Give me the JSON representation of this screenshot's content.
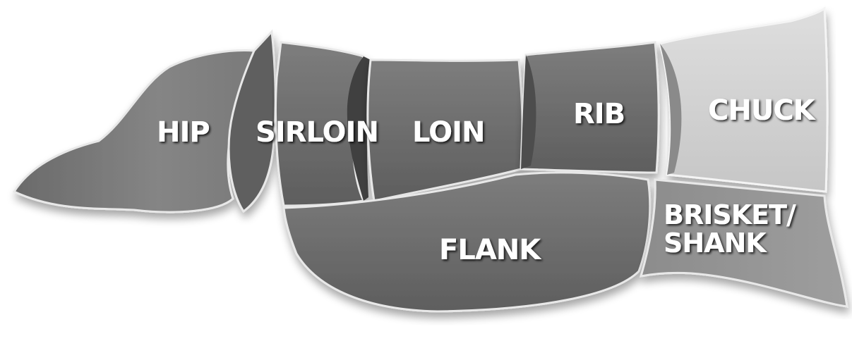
{
  "cuts": {
    "hip": "HIP",
    "sirloin": "SIRLOIN",
    "loin": "LOIN",
    "rib": "RIB",
    "chuck": "CHUCK",
    "flank": "FLANK",
    "brisket_shank_line1": "BRISKET/",
    "brisket_shank_line2": "SHANK"
  },
  "colors": {
    "dark_cut": "#6e6e6e",
    "medium_cut": "#8a8a8a",
    "light_cut": "#d4d4d4",
    "label": "#ffffff"
  }
}
